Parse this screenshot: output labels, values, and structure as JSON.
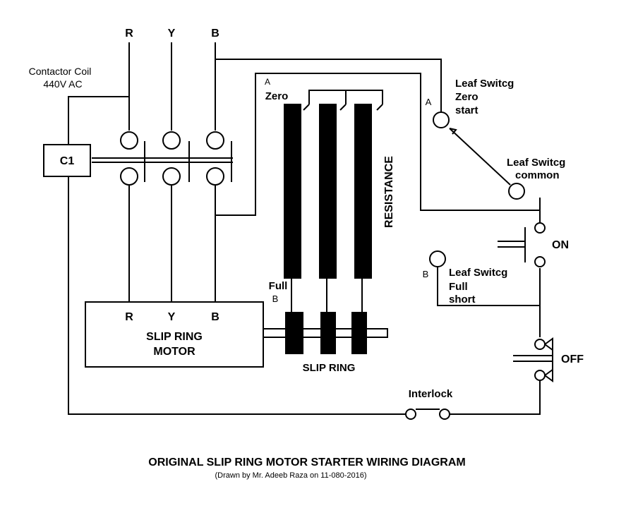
{
  "phases": {
    "r": "R",
    "y": "Y",
    "b": "B"
  },
  "contactor": {
    "coil_line1": "Contactor Coil",
    "coil_line2": "440V AC",
    "box_label": "C1"
  },
  "resistance": {
    "label": "RESISTANCE",
    "zero_letter": "A",
    "zero_label": "Zero",
    "full_label": "Full",
    "full_letter": "B"
  },
  "leaf_switch": {
    "a_letter": "A",
    "zero_line1": "Leaf Switcg",
    "zero_line2": "Zero",
    "zero_line3": "start",
    "common_line1": "Leaf Switcg",
    "common_line2": "common",
    "b_letter": "B",
    "full_line1": "Leaf Switcg",
    "full_line2": "Full",
    "full_line3": "short"
  },
  "buttons": {
    "on": "ON",
    "off": "OFF"
  },
  "motor": {
    "r": "R",
    "y": "Y",
    "b": "B",
    "line1": "SLIP RING",
    "line2": "MOTOR"
  },
  "slip_ring_label": "SLIP RING",
  "interlock_label": "Interlock",
  "title": "ORIGINAL SLIP RING MOTOR STARTER WIRING DIAGRAM",
  "credit": "(Drawn by Mr. Adeeb Raza on 11-080-2016)"
}
